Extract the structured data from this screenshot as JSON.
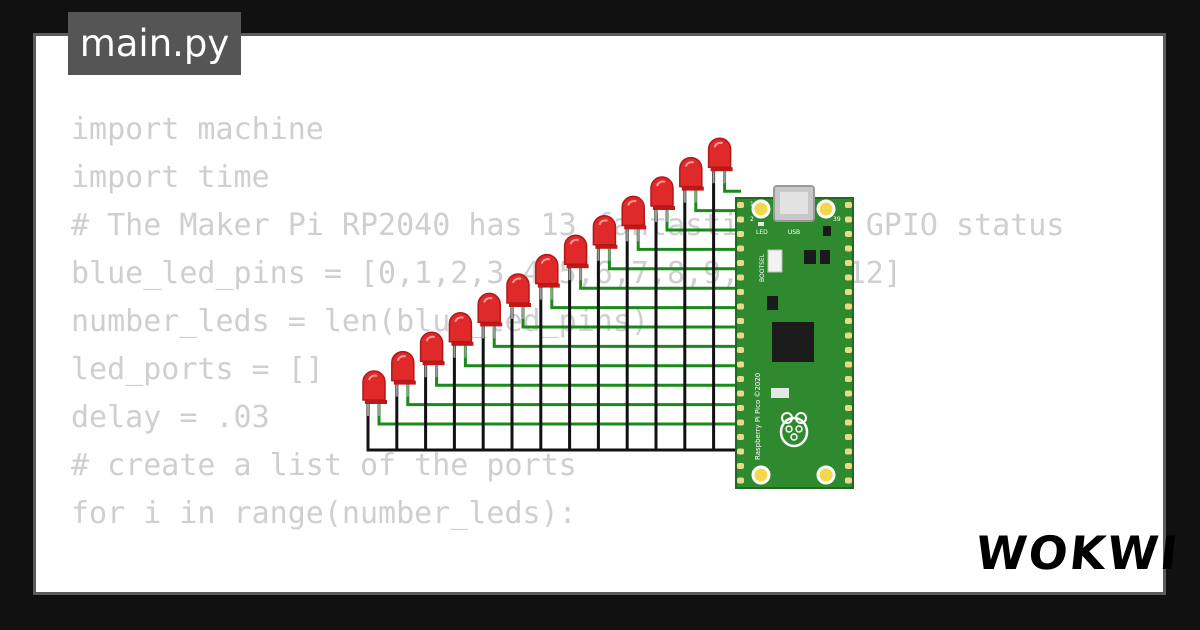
{
  "editor": {
    "file_tab": "main.py",
    "code_lines": [
      "import machine",
      "import time",
      "",
      "# The Maker Pi RP2040 has 13 fantastic blue GPIO status",
      "blue_led_pins = [0,1,2,3,4,5,6,7,8,9,10,11,12]",
      "number_leds = len(blue_led_pins)",
      "led_ports = []",
      "delay = .03",
      "",
      "# create a list of the ports",
      "for i in range(number_leds):"
    ]
  },
  "board": {
    "usb_label": "USB",
    "led_label": "LED",
    "bootsel_label": "BOOTSEL",
    "model_label": "Raspberry Pi Pico ©2020",
    "pin_labels": {
      "pin1": "1",
      "pin2": "2",
      "pin39": "39"
    }
  },
  "brand": {
    "logo": "WOKWI"
  },
  "colors": {
    "background": "#111111",
    "panel": "#ffffff",
    "code_text": "#cfcfcf",
    "board_green": "#2f8a2f",
    "wire_green": "#1a8a1a",
    "led_red": "#e02a2a"
  }
}
